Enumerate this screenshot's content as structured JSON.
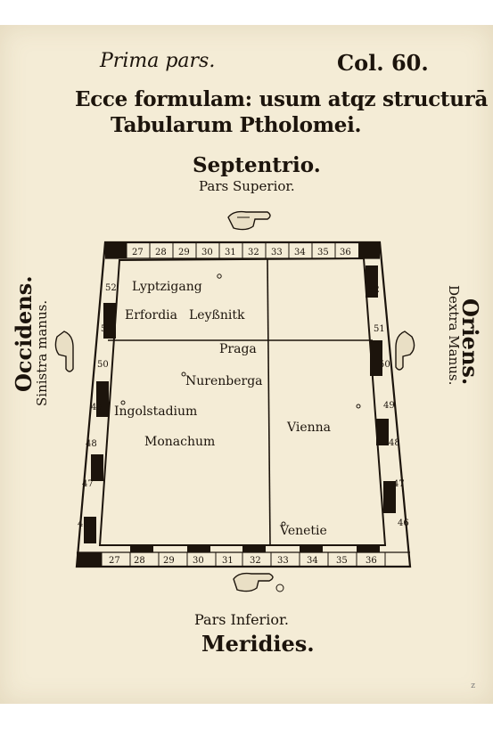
{
  "header": {
    "left": "Prima pars.",
    "right": "Col. 60."
  },
  "title": {
    "line1": "Ecce formulam: usum atqz structurā",
    "line2": "Tabularum Ptholomei."
  },
  "directions": {
    "north": "Septentrio.",
    "north_sub": "Pars Superior.",
    "south": "Meridies.",
    "south_sub": "Pars Inferior.",
    "west": "Occidens.",
    "west_sub": "Sinistra manus.",
    "east": "Oriens.",
    "east_sub": "Dextra Manus."
  },
  "scale": {
    "top": [
      "27",
      "28",
      "29",
      "30",
      "31",
      "32",
      "33",
      "34",
      "35",
      "36"
    ],
    "bottom": [
      "27",
      "28",
      "29",
      "30",
      "31",
      "32",
      "33",
      "34",
      "35",
      "36"
    ],
    "left": [
      "52",
      "51",
      "50",
      "49",
      "48",
      "47",
      "46"
    ],
    "right": [
      "52",
      "51",
      "50",
      "49",
      "48",
      "47",
      "46"
    ]
  },
  "places": [
    "Lyptzigang",
    "Erfordia",
    "Leyßnitk",
    "Praga",
    "Nurenberga",
    "Ingolstadium",
    "Monachum",
    "Vienna",
    "Venetie"
  ],
  "corner_mark": "z"
}
